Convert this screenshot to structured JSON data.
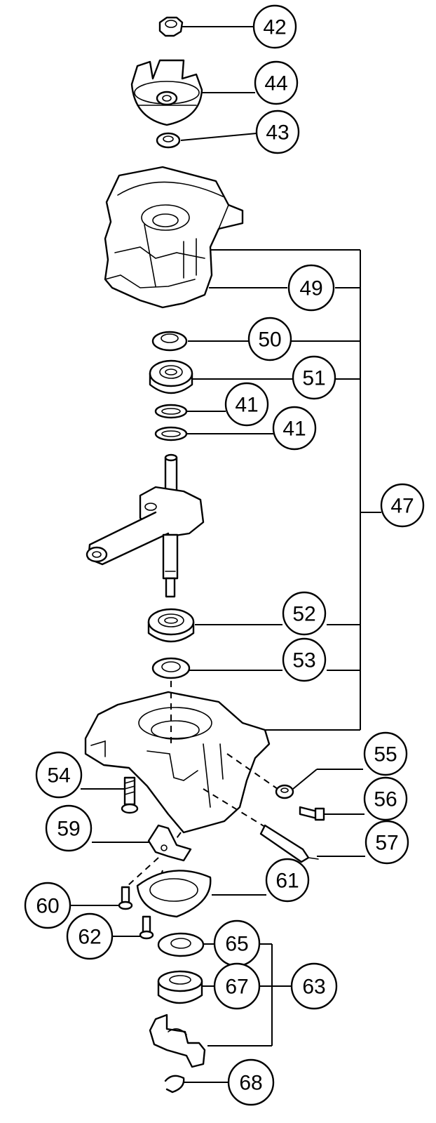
{
  "colors": {
    "line": "#000000",
    "background": "#ffffff"
  },
  "callouts": [
    {
      "id": "c42",
      "label": "42"
    },
    {
      "id": "c44",
      "label": "44"
    },
    {
      "id": "c43",
      "label": "43"
    },
    {
      "id": "c49",
      "label": "49"
    },
    {
      "id": "c50",
      "label": "50"
    },
    {
      "id": "c51",
      "label": "51"
    },
    {
      "id": "c41a",
      "label": "41"
    },
    {
      "id": "c41b",
      "label": "41"
    },
    {
      "id": "c47",
      "label": "47"
    },
    {
      "id": "c52",
      "label": "52"
    },
    {
      "id": "c53",
      "label": "53"
    },
    {
      "id": "c55",
      "label": "55"
    },
    {
      "id": "c54",
      "label": "54"
    },
    {
      "id": "c56",
      "label": "56"
    },
    {
      "id": "c59",
      "label": "59"
    },
    {
      "id": "c57",
      "label": "57"
    },
    {
      "id": "c61",
      "label": "61"
    },
    {
      "id": "c60",
      "label": "60"
    },
    {
      "id": "c62",
      "label": "62"
    },
    {
      "id": "c65",
      "label": "65"
    },
    {
      "id": "c67",
      "label": "67"
    },
    {
      "id": "c63",
      "label": "63"
    },
    {
      "id": "c68",
      "label": "68"
    }
  ]
}
